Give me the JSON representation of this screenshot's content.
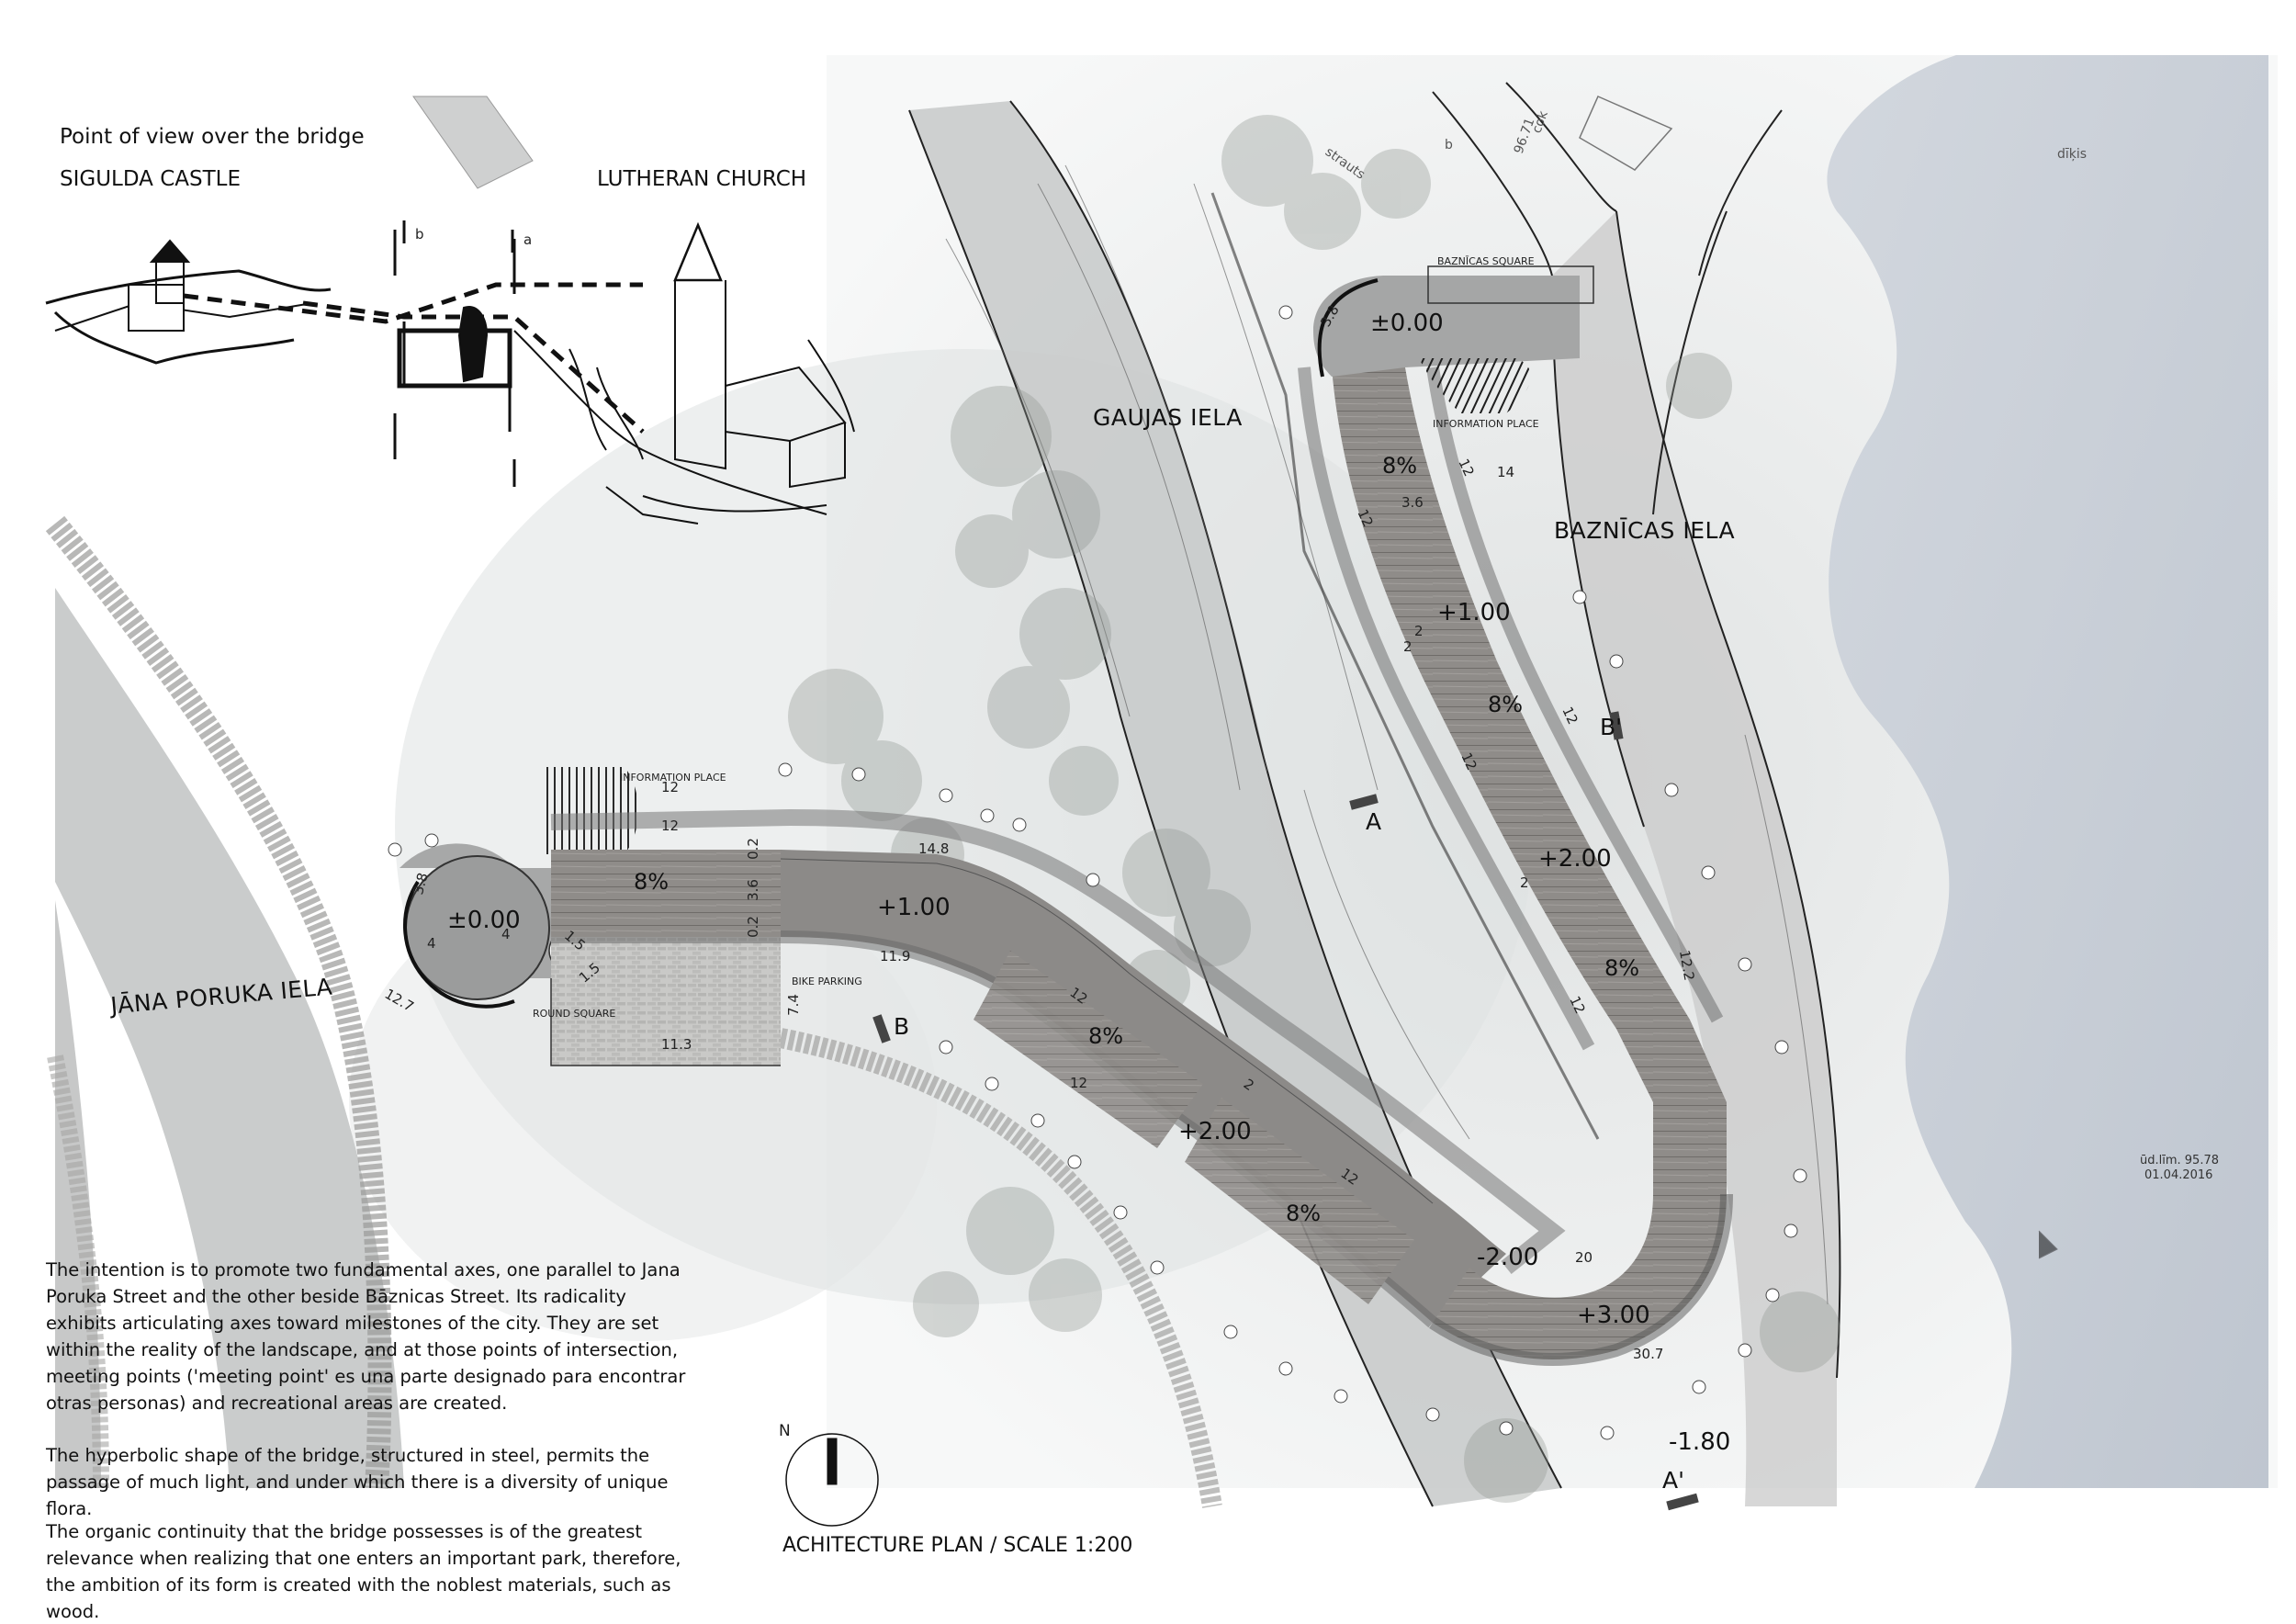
{
  "sketch": {
    "heading": "Point of view over the bridge",
    "left_label": "SIGULDA CASTLE",
    "right_label": "LUTHERAN CHURCH",
    "marker_b": "b",
    "marker_a": "a"
  },
  "streets": {
    "gaujas": "GAUJAS IELA",
    "baznicas": "BAZNĪCAS IELA",
    "jana_poruka": "JĀNA PORUKA IELA"
  },
  "places": {
    "information_place_left": "INFORMATION PLACE",
    "information_place_top": "INFORMATION PLACE",
    "baznicas_square": "BAZNĪCAS SQUARE",
    "round_square": "ROUND SQUARE",
    "bike_parking": "BIKE PARKING",
    "strauts": "strauts",
    "dikis": "dīķis",
    "cok": "cok",
    "cok_value": "96.71",
    "b_small": "b"
  },
  "elevations": {
    "left_plaza": "±0.00",
    "top_plaza": "±0.00",
    "p1_left": "+1.00",
    "p1_right": "+1.00",
    "p2_left": "+2.00",
    "p2_right": "+2.00",
    "m2": "-2.00",
    "p3": "+3.00",
    "m18": "-1.80"
  },
  "gradients": {
    "g_left_1": "8%",
    "g_left_2": "8%",
    "g_left_3": "8%",
    "g_right_1": "8%",
    "g_right_2": "8%",
    "g_right_3": "8%"
  },
  "sections": {
    "a": "A",
    "a_prime": "A'",
    "b": "B",
    "b_prime": "B'"
  },
  "dimensions": {
    "d12_top": "12",
    "d12_mid": "12",
    "d148": "14.8",
    "d36": "3.6",
    "d02a": "0.2",
    "d02b": "0.2",
    "d119": "11.9",
    "d74": "7.4",
    "d113": "11.3",
    "d127": "12.7",
    "d38": "3.8",
    "d4a": "4",
    "d4b": "4",
    "d15a": "1.5",
    "d15b": "1.5",
    "d12_lo1": "12",
    "d12_lo2": "12",
    "d12_lo3": "12",
    "d2_lo": "2",
    "d38_top": "3.8",
    "d36_top": "3.6",
    "d12_r1": "12",
    "d14_r": "14",
    "d12_r2": "12",
    "d12_r3": "12",
    "d12_r4": "12",
    "d12_r5": "12",
    "d122": "12.2",
    "d20": "20",
    "d307": "30.7",
    "d2_r1": "2",
    "d2_r2": "2",
    "d2_r3": "2"
  },
  "north": {
    "letter": "N"
  },
  "plan_title": "ACHITECTURE PLAN / SCALE 1:200",
  "stamp": {
    "line1": "ūd.līm. 95.78",
    "line2": "01.04.2016"
  },
  "description": {
    "p1": "The intention is to promote two fundamental axes, one parallel to Jana Poruka Street and the other beside Bāznicas Street. Its radicality exhibits articulating axes toward milestones of the city. They are set within the reality of the landscape, and at those points of intersection, meeting points ('meeting point' es una parte designado para encontrar otras personas) and recreational areas are created.",
    "p2": "The hyperbolic shape of the bridge, structured in steel, permits the passage of much light, and under which there is a diversity of unique flora.",
    "p3": "The organic continuity that the bridge possesses is of the greatest relevance when realizing that one enters an important park, therefore, the ambition of its form is created with the noblest materials, such as wood."
  }
}
